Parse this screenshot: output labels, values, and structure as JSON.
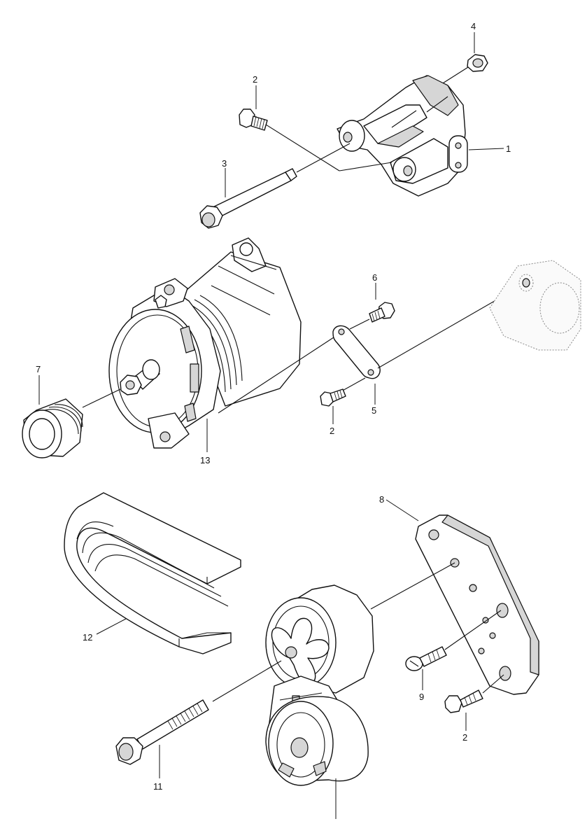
{
  "labels": {
    "l1": "1",
    "l2a": "2",
    "l2b": "2",
    "l2c": "2",
    "l3": "3",
    "l4": "4",
    "l5": "5",
    "l6": "6",
    "l7": "7",
    "l8": "8",
    "l9": "9",
    "l11": "11",
    "l12": "12",
    "l13": "13"
  }
}
